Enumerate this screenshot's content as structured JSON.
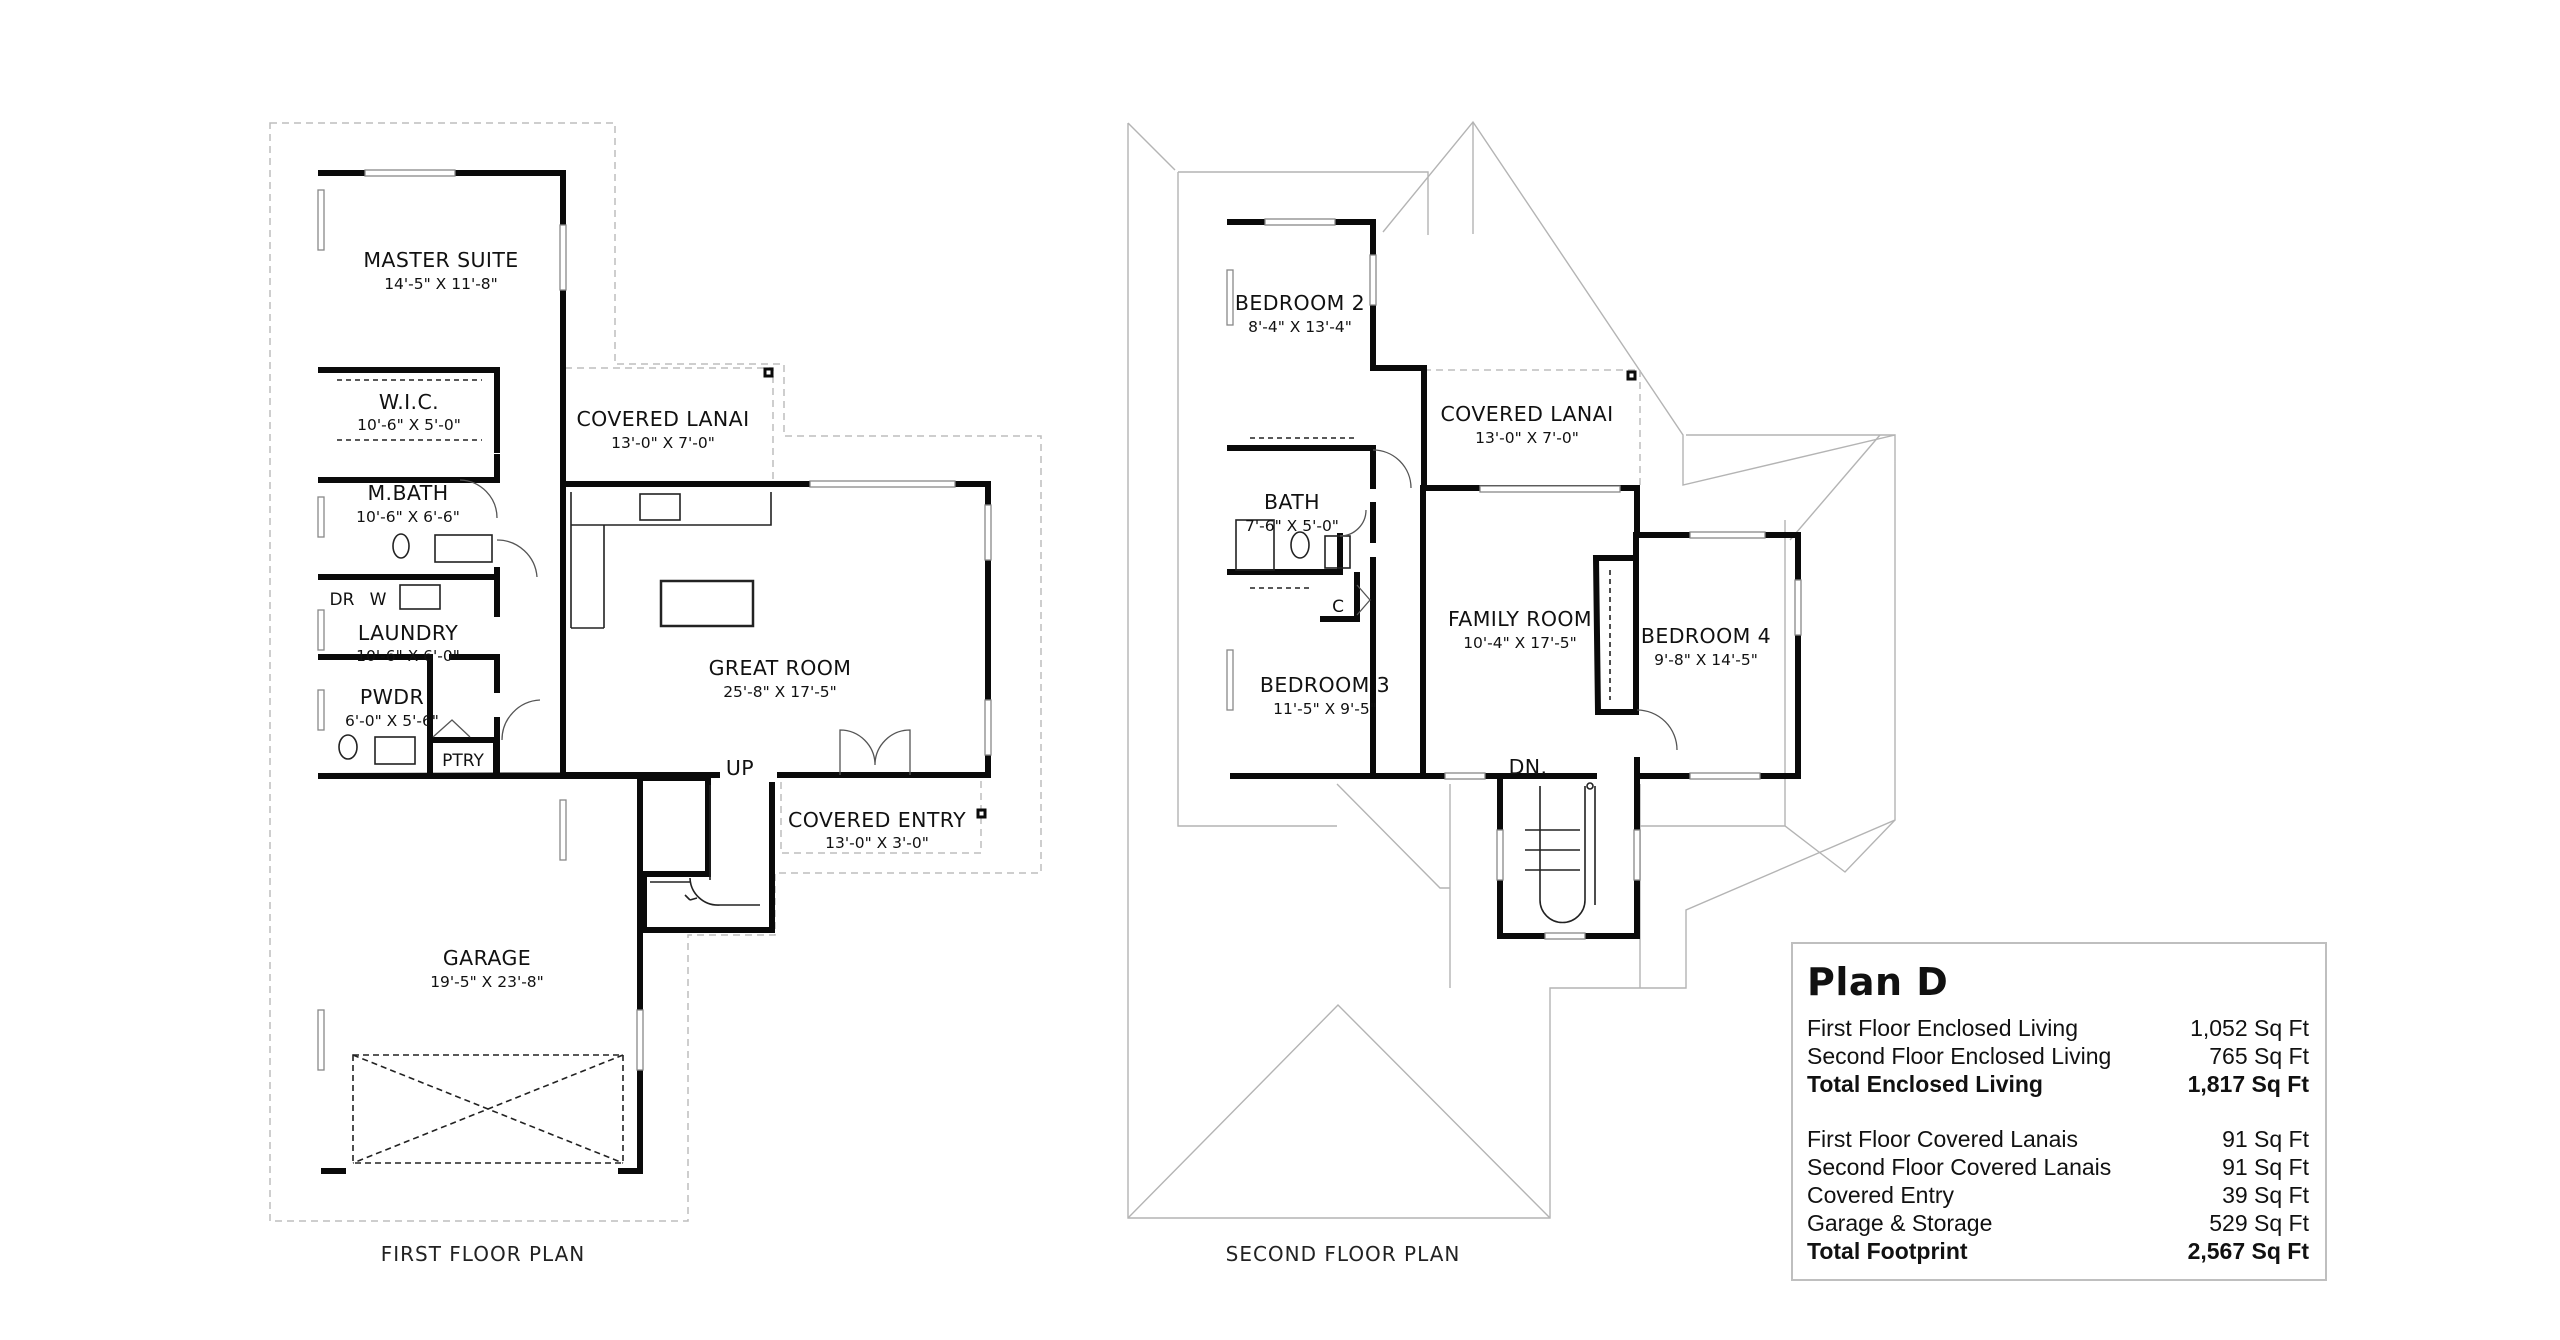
{
  "rooms_first": [
    {
      "name": "MASTER SUITE",
      "dims": "14'-5\" X 11'-8\""
    },
    {
      "name": "W.I.C.",
      "dims": "10'-6\" X 5'-0\""
    },
    {
      "name": "COVERED LANAI",
      "dims": "13'-0\" X 7'-0\""
    },
    {
      "name": "M.BATH",
      "dims": "10'-6\" X 6'-6\""
    },
    {
      "name": "LAUNDRY",
      "dims": "10'-6\" X 6'-0\""
    },
    {
      "name": "GREAT ROOM",
      "dims": "25'-8\" X 17'-5\""
    },
    {
      "name": "PWDR",
      "dims": "6'-0\" X 5'-6\""
    },
    {
      "name": "COVERED ENTRY",
      "dims": "13'-0\" X 3'-0\""
    },
    {
      "name": "GARAGE",
      "dims": "19'-5\" X 23'-8\""
    }
  ],
  "tags_first": {
    "dr": "DR",
    "w": "W",
    "ptry": "PTRY",
    "up": "UP"
  },
  "rooms_second": [
    {
      "name": "BEDROOM 2",
      "dims": "8'-4\" X 13'-4\""
    },
    {
      "name": "COVERED LANAI",
      "dims": "13'-0\" X 7'-0\""
    },
    {
      "name": "BATH",
      "dims": "7'-6\" X 5'-0\""
    },
    {
      "name": "FAMILY ROOM",
      "dims": "10'-4\" X 17'-5\""
    },
    {
      "name": "BEDROOM 4",
      "dims": "9'-8\" X 14'-5\""
    },
    {
      "name": "BEDROOM 3",
      "dims": "11'-5\" X 9'-5\""
    }
  ],
  "tags_second": {
    "c": "C",
    "dn": "DN."
  },
  "captions": {
    "first": "FIRST FLOOR PLAN",
    "second": "SECOND FLOOR PLAN"
  },
  "summary": {
    "title": "Plan D",
    "group1": [
      {
        "label": "First Floor Enclosed Living",
        "value": "1,052 Sq Ft"
      },
      {
        "label": "Second Floor Enclosed Living",
        "value": "765 Sq Ft"
      },
      {
        "label": "Total Enclosed Living",
        "value": "1,817 Sq Ft"
      }
    ],
    "group2": [
      {
        "label": "First Floor Covered Lanais",
        "value": "91 Sq Ft"
      },
      {
        "label": "Second Floor Covered Lanais",
        "value": "91 Sq Ft"
      },
      {
        "label": "Covered Entry",
        "value": "39 Sq Ft"
      },
      {
        "label": "Garage & Storage",
        "value": "529 Sq Ft"
      },
      {
        "label": "Total Footprint",
        "value": "2,567 Sq Ft"
      }
    ]
  }
}
